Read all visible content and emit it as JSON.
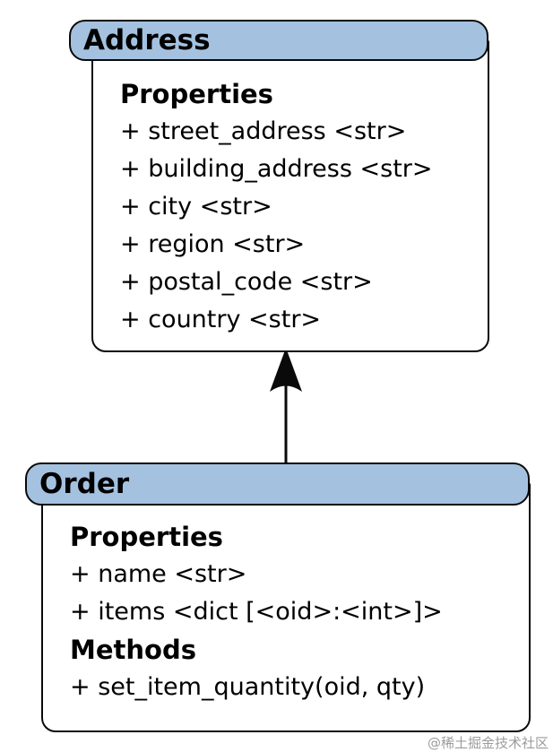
{
  "diagram": {
    "classes": [
      {
        "name": "Address",
        "sections": [
          {
            "title": "Properties",
            "members": [
              "+ street_address <str>",
              "+ building_address <str>",
              "+ city <str>",
              "+ region <str>",
              "+ postal_code <str>",
              "+ country <str>"
            ]
          }
        ]
      },
      {
        "name": "Order",
        "sections": [
          {
            "title": "Properties",
            "members": [
              "+ name <str>",
              "+ items <dict [<oid>:<int>]>"
            ]
          },
          {
            "title": "Methods",
            "members": [
              "+ set_item_quantity(oid, qty)"
            ]
          }
        ]
      }
    ],
    "relation": {
      "from": "Order",
      "to": "Address",
      "style": "solid-line-filled-arrowhead",
      "direction": "up"
    }
  },
  "colors": {
    "header_fill": "#a4c2e0",
    "border": "#0a0a0a",
    "body_fill": "#ffffff",
    "text": "#000000",
    "watermark": "#9c9c9c"
  },
  "watermark": "@稀土掘金技术社区"
}
